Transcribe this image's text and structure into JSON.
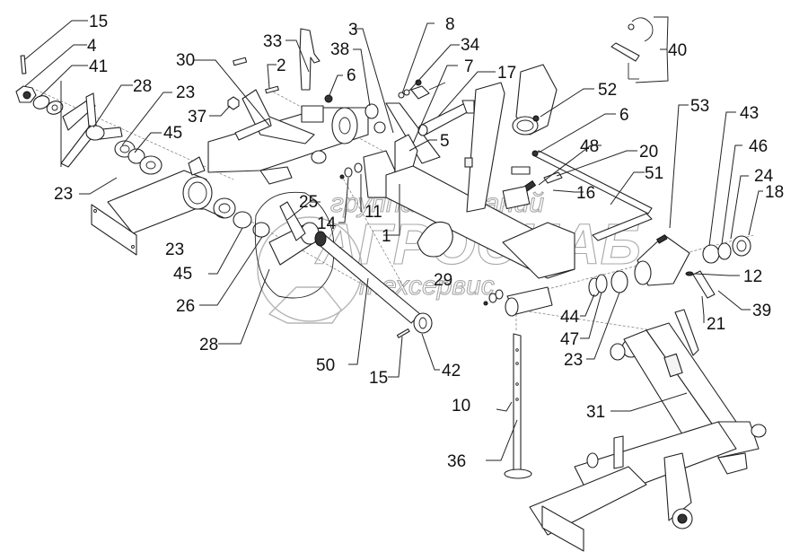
{
  "diagram": {
    "title": "Exploded parts view — trailing arm / wheel axle assembly",
    "watermark": {
      "line1": "группа компаний",
      "line2": "АГРОСНАБ",
      "line3": "техсервис"
    },
    "callouts": [
      {
        "id": "c15a",
        "label": "15"
      },
      {
        "id": "c4",
        "label": "4"
      },
      {
        "id": "c41",
        "label": "41"
      },
      {
        "id": "c28a",
        "label": "28"
      },
      {
        "id": "c23a",
        "label": "23"
      },
      {
        "id": "c45a",
        "label": "45"
      },
      {
        "id": "c30",
        "label": "30"
      },
      {
        "id": "c37",
        "label": "37"
      },
      {
        "id": "c2",
        "label": "2"
      },
      {
        "id": "c33",
        "label": "33"
      },
      {
        "id": "c6a",
        "label": "6"
      },
      {
        "id": "c38",
        "label": "38"
      },
      {
        "id": "c3",
        "label": "3"
      },
      {
        "id": "c8",
        "label": "8"
      },
      {
        "id": "c34",
        "label": "34"
      },
      {
        "id": "c7",
        "label": "7"
      },
      {
        "id": "c17",
        "label": "17"
      },
      {
        "id": "c5",
        "label": "5"
      },
      {
        "id": "c40",
        "label": "40"
      },
      {
        "id": "c52",
        "label": "52"
      },
      {
        "id": "c6b",
        "label": "6"
      },
      {
        "id": "c48",
        "label": "48"
      },
      {
        "id": "c20",
        "label": "20"
      },
      {
        "id": "c51",
        "label": "51"
      },
      {
        "id": "c16",
        "label": "16"
      },
      {
        "id": "c53",
        "label": "53"
      },
      {
        "id": "c43",
        "label": "43"
      },
      {
        "id": "c46",
        "label": "46"
      },
      {
        "id": "c24",
        "label": "24"
      },
      {
        "id": "c18",
        "label": "18"
      },
      {
        "id": "c23b",
        "label": "23"
      },
      {
        "id": "c23c",
        "label": "23"
      },
      {
        "id": "c45b",
        "label": "45"
      },
      {
        "id": "c26",
        "label": "26"
      },
      {
        "id": "c28b",
        "label": "28"
      },
      {
        "id": "c25",
        "label": "25"
      },
      {
        "id": "c14",
        "label": "14"
      },
      {
        "id": "c11",
        "label": "11"
      },
      {
        "id": "c1",
        "label": "1"
      },
      {
        "id": "c29",
        "label": "29"
      },
      {
        "id": "c50",
        "label": "50"
      },
      {
        "id": "c15b",
        "label": "15"
      },
      {
        "id": "c42",
        "label": "42"
      },
      {
        "id": "c12",
        "label": "12"
      },
      {
        "id": "c39",
        "label": "39"
      },
      {
        "id": "c21",
        "label": "21"
      },
      {
        "id": "c44",
        "label": "44"
      },
      {
        "id": "c47",
        "label": "47"
      },
      {
        "id": "c23d",
        "label": "23"
      },
      {
        "id": "c10",
        "label": "10"
      },
      {
        "id": "c36",
        "label": "36"
      },
      {
        "id": "c31",
        "label": "31"
      }
    ]
  }
}
